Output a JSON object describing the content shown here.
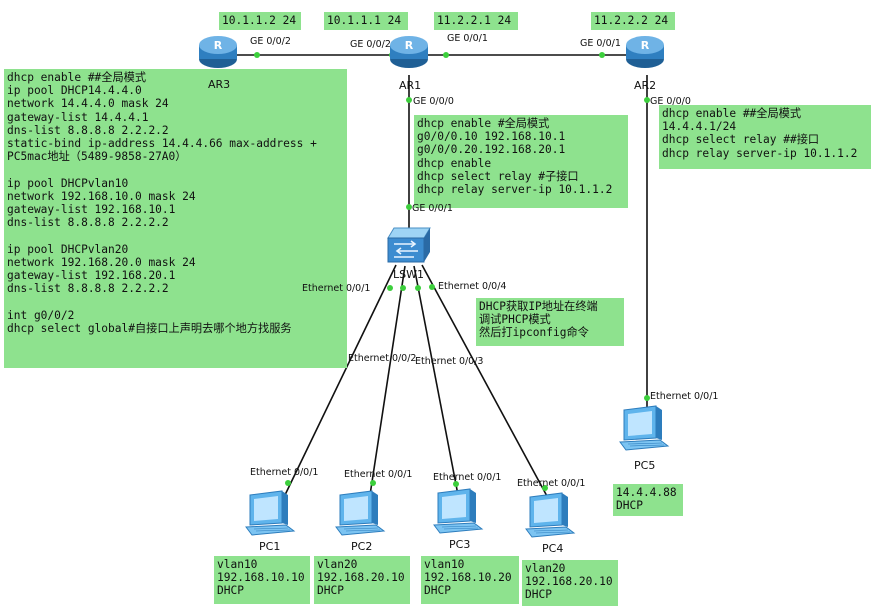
{
  "devices": {
    "ar3": {
      "name": "AR3"
    },
    "ar1": {
      "name": "AR1"
    },
    "ar2": {
      "name": "AR2"
    },
    "lsw1": {
      "name": "LSW1"
    },
    "pc1": {
      "name": "PC1"
    },
    "pc2": {
      "name": "PC2"
    },
    "pc3": {
      "name": "PC3"
    },
    "pc4": {
      "name": "PC4"
    },
    "pc5": {
      "name": "PC5"
    }
  },
  "ip_labels": {
    "ar3_ip": "10.1.1.2 24",
    "ar1_ip": "10.1.1.1 24",
    "ar1_ip2": "11.2.2.1 24",
    "ar2_ip": "11.2.2.2 24"
  },
  "interfaces": {
    "ar3_g002": "GE 0/0/2",
    "ar1_g002": "GE 0/0/2",
    "ar1_g001": "GE 0/0/1",
    "ar2_g001": "GE 0/0/1",
    "ar1_g000": "GE 0/0/0",
    "ar2_g000": "GE 0/0/0",
    "lsw_g001": "GE 0/0/1",
    "lsw_e1": "Ethernet 0/0/1",
    "lsw_e2": "Ethernet 0/0/2",
    "lsw_e3": "Ethernet 0/0/3",
    "lsw_e4": "Ethernet 0/0/4",
    "pc1_e": "Ethernet 0/0/1",
    "pc2_e": "Ethernet 0/0/1",
    "pc3_e": "Ethernet 0/0/1",
    "pc4_e": "Ethernet 0/0/1",
    "pc5_e": "Ethernet 0/0/1"
  },
  "notes": {
    "ar3_config": "dhcp enable ##全局模式\nip pool DHCP14.4.4.0\nnetwork 14.4.4.0 mask 24\ngateway-list 14.4.4.1\ndns-list 8.8.8.8 2.2.2.2\nstatic-bind ip-address 14.4.4.66 max-address +\nPC5mac地址（5489-9858-27A0）\n\nip pool DHCPvlan10\nnetwork 192.168.10.0 mask 24\ngateway-list 192.168.10.1\ndns-list 8.8.8.8 2.2.2.2\n\nip pool DHCPvlan20\nnetwork 192.168.20.0 mask 24\ngateway-list 192.168.20.1\ndns-list 8.8.8.8 2.2.2.2\n\nint g0/0/2\ndhcp select global#自接口上声明去哪个地方找服务",
    "ar1_config": "dhcp enable #全局模式\ng0/0/0.10 192.168.10.1\ng0/0/0.20.192.168.20.1\ndhcp enable\ndhcp select relay #子接口\ndhcp relay server-ip 10.1.1.2",
    "ar2_config": "dhcp enable ##全局模式\n14.4.4.1/24\ndhcp select relay ##接口\ndhcp relay server-ip 10.1.1.2",
    "dhcp_tip": "DHCP获取IP地址在终端\n调试PHCP模式\n然后打ipconfig命令",
    "pc1_info": "vlan10\n192.168.10.10\nDHCP",
    "pc2_info": "vlan20\n192.168.20.10\nDHCP",
    "pc3_info": "vlan10\n192.168.10.20\nDHCP",
    "pc4_info": "vlan20\n192.168.20.10\nDHCP",
    "pc5_info": "14.4.4.88\nDHCP"
  },
  "colors": {
    "note_bg": "#8ee28e",
    "router_blue": "#2f7fc0",
    "link": "#111111",
    "port_dot": "#3ccf3c"
  },
  "icons": {
    "router": "router-icon",
    "switch": "switch-icon",
    "pc": "pc-icon"
  }
}
